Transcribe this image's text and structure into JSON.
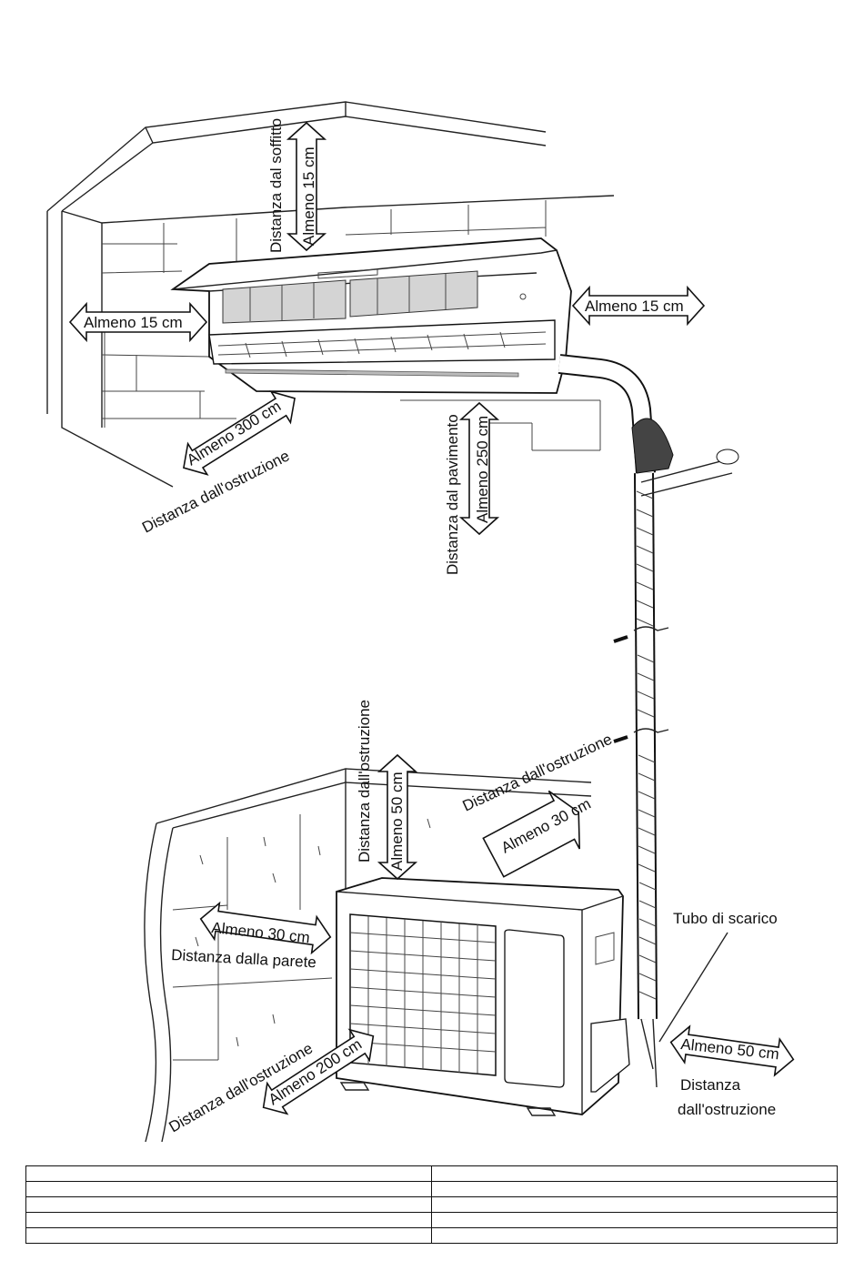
{
  "labels": {
    "ceiling_distance": "Distanza dal soffitto",
    "ceiling_min": "Almeno 15 cm",
    "left_min": "Almeno 15 cm",
    "right_min": "Almeno 15 cm",
    "front_min": "Almeno 300 cm",
    "front_distance": "Distanza dall'ostruzione",
    "floor_distance": "Distanza dal pavimento",
    "floor_min": "Almeno 250 cm",
    "top_out_distance": "Distanza dall'ostruzione",
    "top_out_min": "Almeno 50 cm",
    "back_out_distance": "Distanza dall'ostruzione",
    "back_out_min": "Almeno 30 cm",
    "wall_min": "Almeno 30 cm",
    "wall_distance": "Distanza dalla parete",
    "front_out_distance": "Distanza dall'ostruzione",
    "front_out_min": "Almeno 200 cm",
    "drain": "Tubo di scarico",
    "side_out_min": "Almeno 50 cm",
    "side_out_distance": "Distanza dall'ostruzione"
  },
  "table": {
    "rows": [
      [
        "",
        ""
      ],
      [
        "",
        ""
      ],
      [
        "",
        ""
      ],
      [
        "",
        ""
      ],
      [
        "",
        ""
      ]
    ]
  }
}
